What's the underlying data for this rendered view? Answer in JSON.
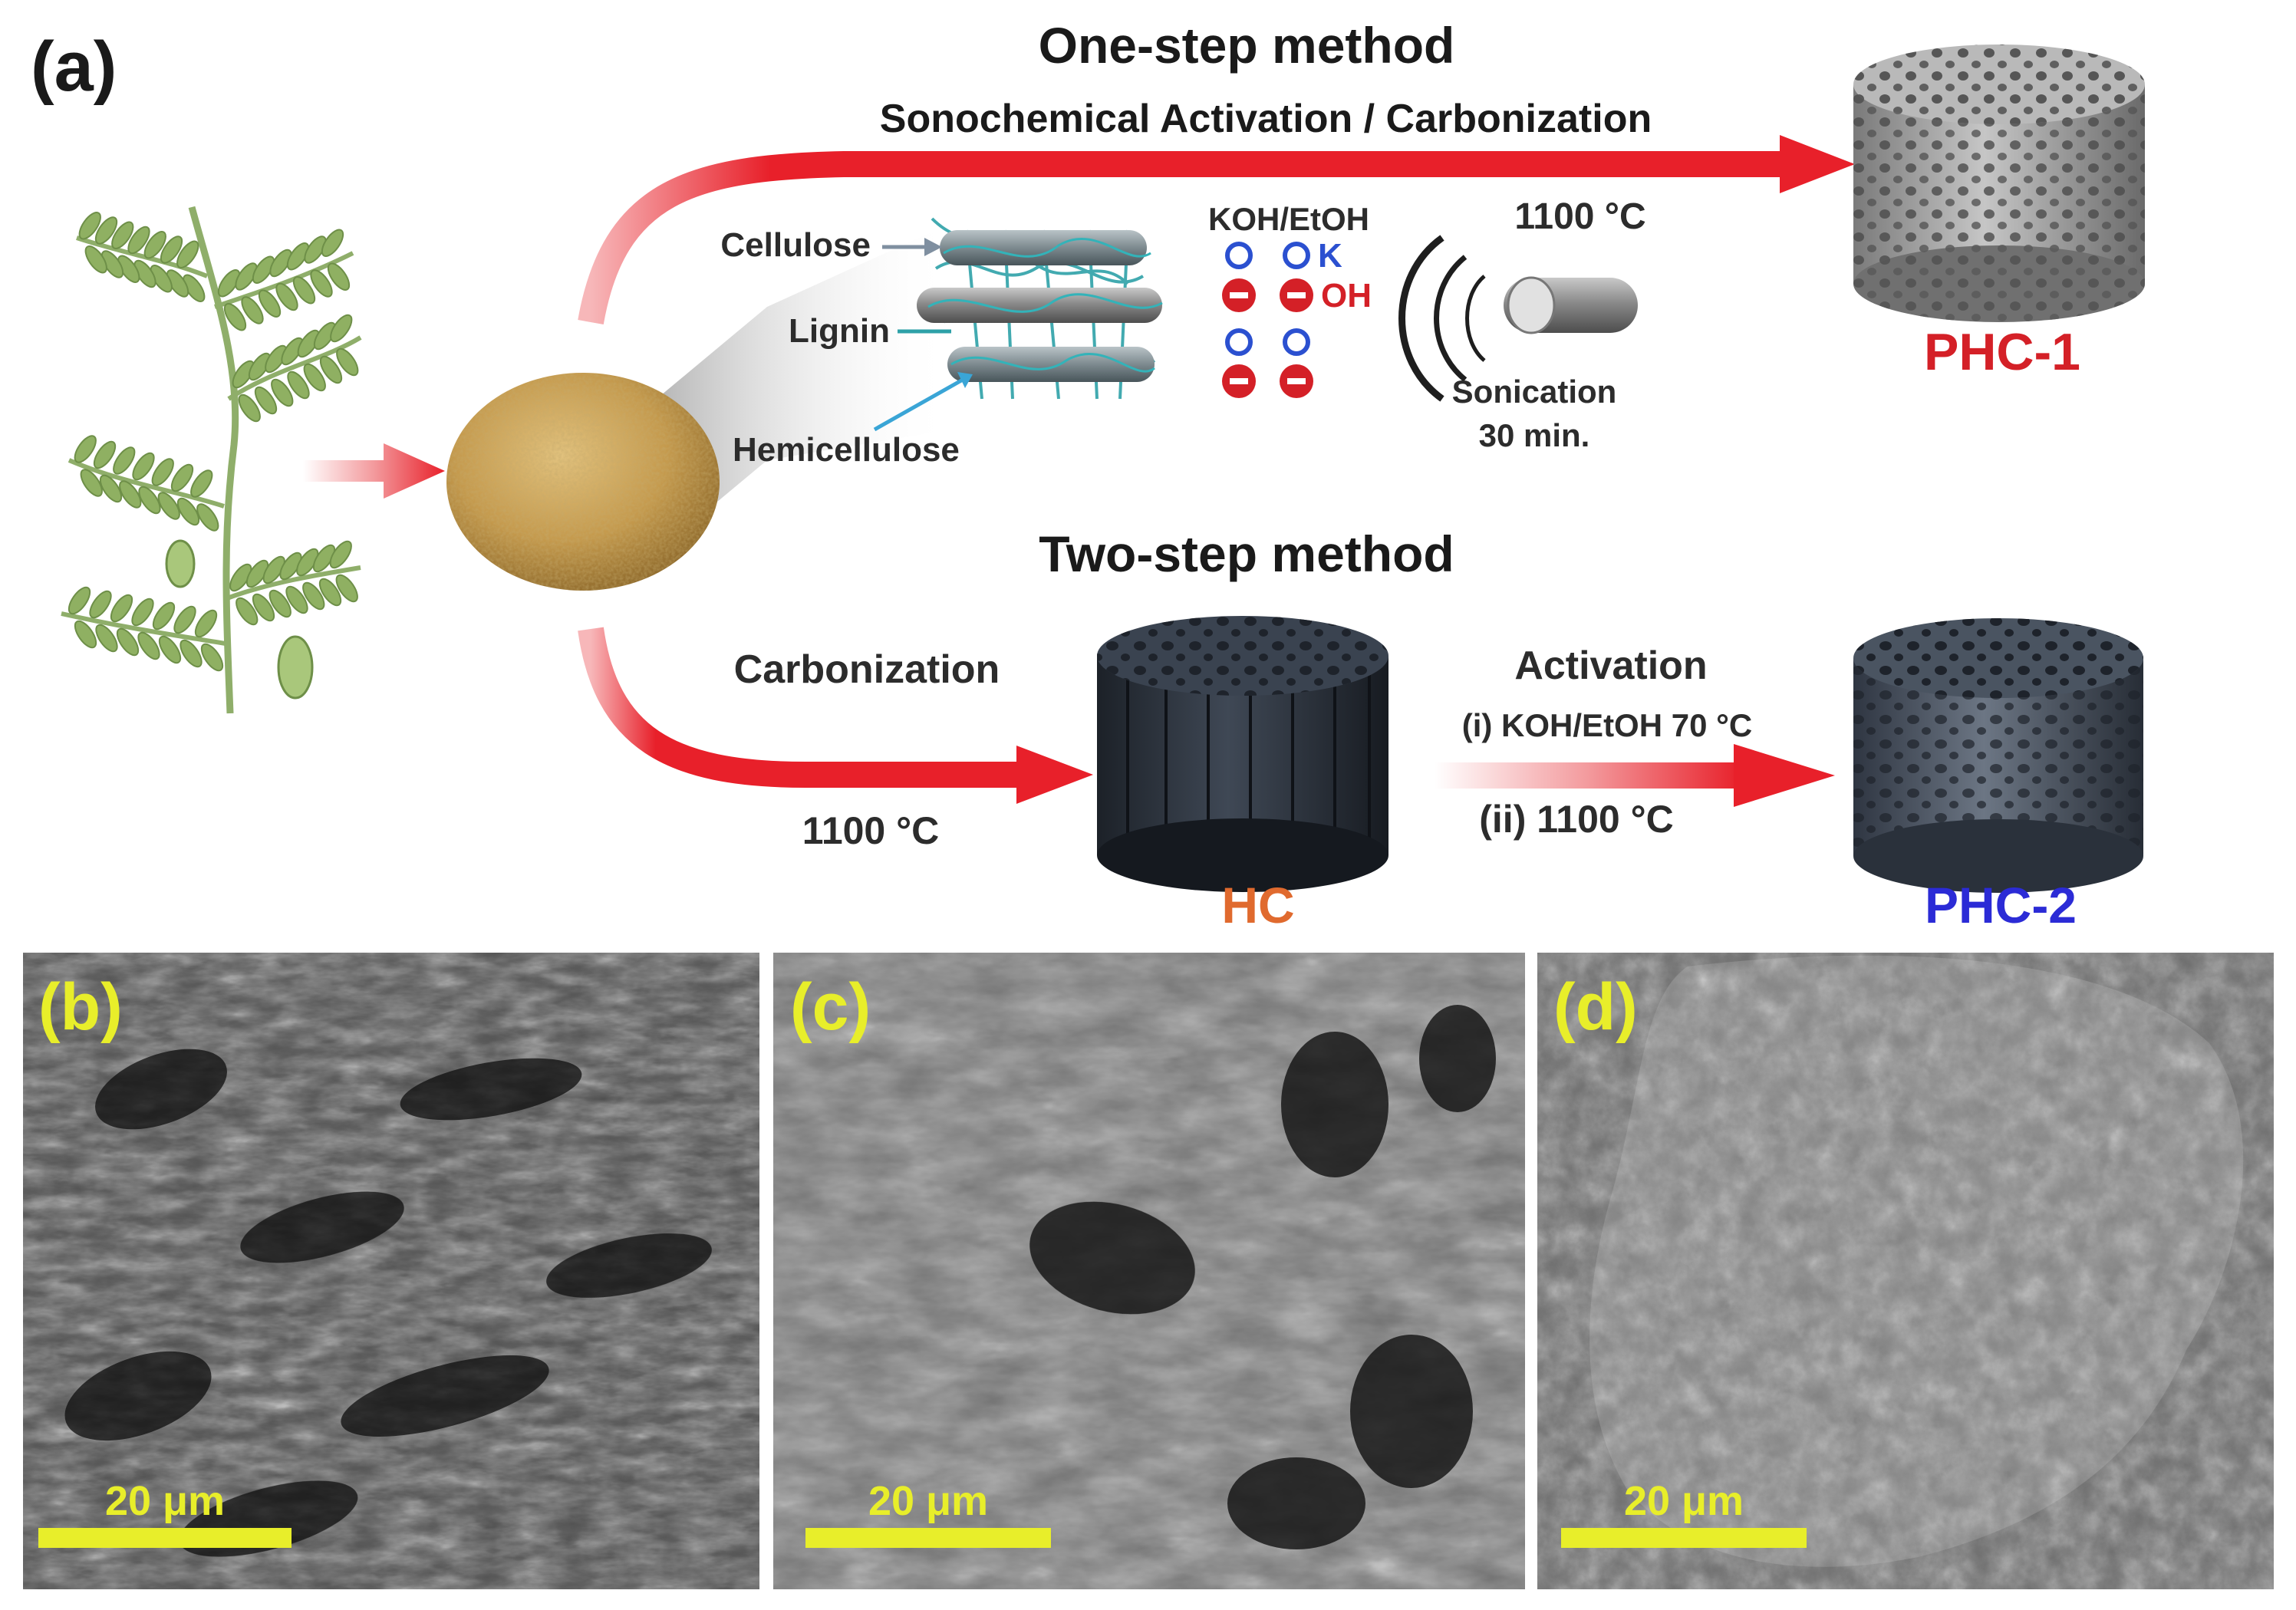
{
  "panel_a": {
    "label": "(a)",
    "one_step": {
      "title": "One-step method",
      "subtitle": "Sonochemical Activation / Carbonization",
      "components": {
        "cellulose": "Cellulose",
        "lignin": "Lignin",
        "hemicellulose": "Hemicellulose"
      },
      "reagent": "KOH/EtOH",
      "ion_k": "K",
      "ion_oh": "OH",
      "temperature": "1100 °C",
      "sonication": "Sonication",
      "duration": "30 min.",
      "product": "PHC-1"
    },
    "two_step": {
      "title": "Two-step method",
      "carbonization": "Carbonization",
      "carbonization_temp": "1100 °C",
      "intermediate": "HC",
      "activation": "Activation",
      "activation_step1": "(i) KOH/EtOH 70 °C",
      "activation_step2": "(ii) 1100 °C",
      "product": "PHC-2"
    }
  },
  "sem_panels": [
    {
      "label": "(b)",
      "scale": "20 μm"
    },
    {
      "label": "(c)",
      "scale": "20 μm"
    },
    {
      "label": "(d)",
      "scale": "20 μm"
    }
  ],
  "colors": {
    "arrow_red": "#e8202a",
    "phc1_red": "#d42027",
    "hc_orange": "#e06a2e",
    "phc2_blue": "#2b2bd6",
    "sem_label_yellow": "#e8ee2a",
    "k_ion_blue": "#2b50d0",
    "oh_ion_red": "#d42027"
  }
}
